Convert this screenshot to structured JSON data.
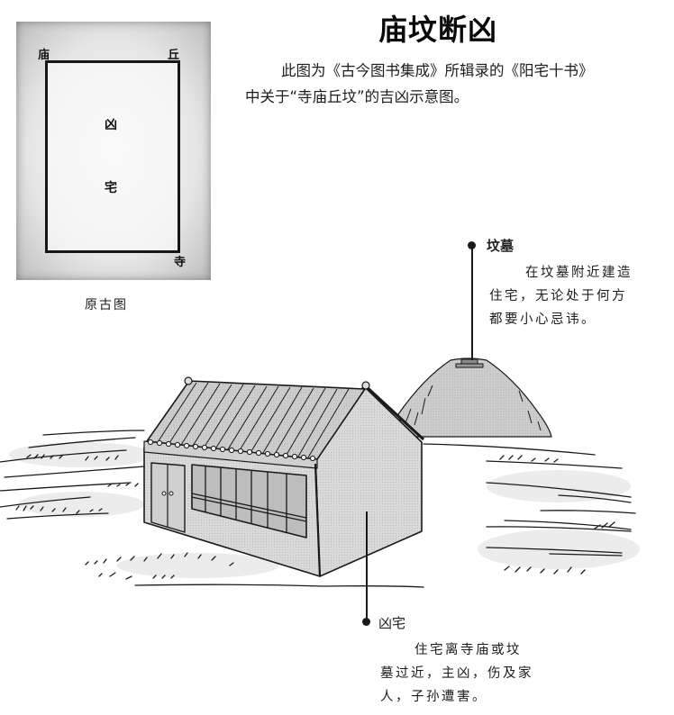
{
  "page": {
    "title": "庙坟断凶",
    "intro": {
      "line1": "此图为《古今图书集成》所辑录的《阳宅十书》",
      "line2": "中关于“寺庙丘坟”的吉凶示意图。"
    }
  },
  "original_figure": {
    "caption": "原古图",
    "corner_labels": {
      "top_left": "庙",
      "top_right": "丘",
      "bottom_right": "寺"
    },
    "center_labels": {
      "upper": "凶",
      "lower": "宅"
    }
  },
  "callouts": [
    {
      "id": "grave",
      "title": "坟墓",
      "body_lines": [
        "在坟墓附近建造",
        "住宅，无论处于何方",
        "都要小心忌讳。"
      ]
    },
    {
      "id": "ominous-house",
      "title": "凶宅",
      "body_lines": [
        "住宅离寺庙或坟",
        "墓过近，主凶，伤及家",
        "人，子孙遭害。"
      ]
    }
  ],
  "illustration": {
    "subjects": [
      "house-icon",
      "grave-mound-icon",
      "grass-strokes"
    ],
    "colors": {
      "ink": "#1a1a1a",
      "wall_shade": "#c9c9c9",
      "wall_side": "#d6d6d6",
      "roof": "#bdbdbd",
      "mound": "#b8b8b8",
      "ground_shade": "#e8e8e8"
    }
  }
}
